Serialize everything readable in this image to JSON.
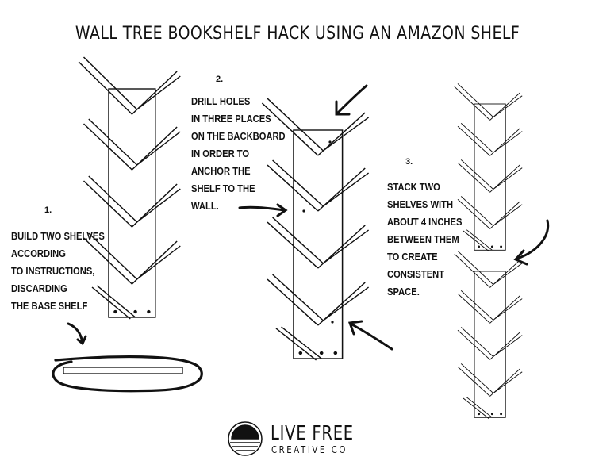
{
  "title": "WALL TREE BOOKSHELF HACK USING AN AMAZON SHELF",
  "steps": [
    {
      "number": "1.",
      "lines": [
        "BUILD TWO SHELVES",
        "ACCORDING",
        "TO INSTRUCTIONS,",
        "DISCARDING",
        "THE BASE SHELF"
      ]
    },
    {
      "number": "2.",
      "lines": [
        "DRILL HOLES",
        "IN THREE PLACES",
        "ON THE BACKBOARD",
        "IN ORDER TO",
        "ANCHOR THE",
        "SHELF TO THE",
        "WALL."
      ]
    },
    {
      "number": "3.",
      "lines": [
        "STACK TWO",
        "SHELVES WITH",
        "ABOUT 4 INCHES",
        "BETWEEN THEM",
        "TO CREATE",
        "CONSISTENT",
        "SPACE."
      ]
    }
  ],
  "logo": {
    "line1": "LIVE FREE",
    "line2": "CREATIVE CO",
    "icon": "sunset-circle-icon"
  },
  "colors": {
    "ink": "#111111",
    "background": "#ffffff"
  }
}
